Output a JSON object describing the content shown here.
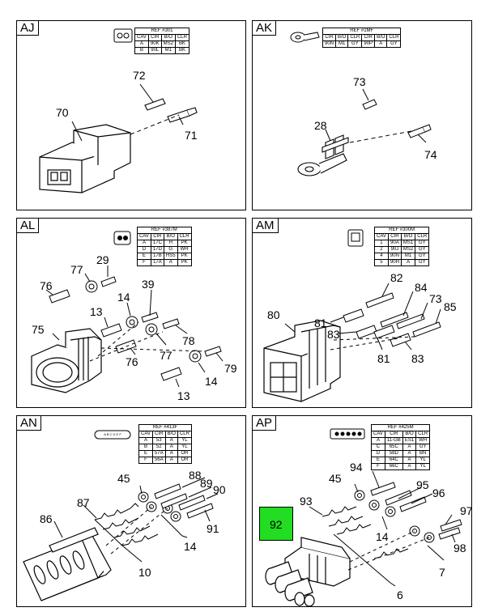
{
  "panels": {
    "aj": {
      "label": "AJ",
      "table": {
        "ref": "REF #301",
        "headers": [
          "CAV",
          "CIR",
          "B/O",
          "CLR"
        ],
        "rows": [
          [
            "A",
            "90K",
            "MS2",
            "BK"
          ],
          [
            "B",
            "90L",
            "M1",
            "BK"
          ]
        ]
      },
      "callouts": [
        "72",
        "70",
        "71"
      ]
    },
    "ak": {
      "label": "AK",
      "table": {
        "ref": "REF #1MF",
        "headers": [
          "CIR",
          "B/O",
          "CLR",
          "CIR",
          "B/O",
          "CLR"
        ],
        "rows": [
          [
            "90N",
            "M1",
            "GY",
            "90P",
            "A",
            "GY"
          ]
        ]
      },
      "callouts": [
        "73",
        "28",
        "74"
      ]
    },
    "al": {
      "label": "AL",
      "table": {
        "ref": "REF #387M",
        "headers": [
          "CAV",
          "CIR",
          "B/O",
          "CLR"
        ],
        "rows": [
          [
            "A",
            "17C",
            "H",
            "PK"
          ],
          [
            "D",
            "17D",
            "G",
            "WH"
          ],
          [
            "E",
            "17B",
            "HS5",
            "PK"
          ],
          [
            "F",
            "17A",
            "A",
            "PK"
          ]
        ]
      },
      "callouts": [
        "29",
        "77",
        "76",
        "39",
        "14",
        "13",
        "78",
        "75",
        "77",
        "76",
        "79",
        "14",
        "13"
      ]
    },
    "am": {
      "label": "AM",
      "table": {
        "ref": "REF #300M",
        "headers": [
          "CAV",
          "CIR",
          "B/O",
          "CLR"
        ],
        "rows": [
          [
            "1",
            "90A",
            "MS1",
            "GY"
          ],
          [
            "2",
            "90J",
            "MS2",
            "GY"
          ],
          [
            "4",
            "90N",
            "M1",
            "GY"
          ],
          [
            "5",
            "90H",
            "A",
            "GY"
          ]
        ]
      },
      "callouts": [
        "82",
        "84",
        "73",
        "85",
        "80",
        "81",
        "83",
        "81",
        "83"
      ]
    },
    "an": {
      "label": "AN",
      "table": {
        "ref": "REF #413F",
        "headers": [
          "CAV",
          "CIR",
          "B/O",
          "CLR"
        ],
        "rows": [
          [
            "A",
            "53",
            "A",
            "YL"
          ],
          [
            "B",
            "52",
            "A",
            "YL"
          ],
          [
            "E",
            "57A",
            "A",
            "OR"
          ],
          [
            "F",
            "56A",
            "A",
            "OR"
          ]
        ]
      },
      "connector_letters": "A B C D E F",
      "callouts": [
        "88",
        "45",
        "89",
        "90",
        "87",
        "86",
        "91",
        "14",
        "10"
      ]
    },
    "ap": {
      "label": "AP",
      "table": {
        "ref": "REF #425M",
        "headers": [
          "CAV",
          "CIR",
          "B/O",
          "CLR"
        ],
        "rows": [
          [
            "A",
            "11-GB",
            "ES1",
            "WH"
          ],
          [
            "C",
            "65C",
            "A",
            "GY"
          ],
          [
            "D",
            "58D",
            "A",
            "BN"
          ],
          [
            "E",
            "64C",
            "A",
            "YL"
          ],
          [
            "F",
            "66C",
            "A",
            "YL"
          ]
        ]
      },
      "highlight_label": "92",
      "callouts": [
        "94",
        "45",
        "95",
        "96",
        "93",
        "97",
        "14",
        "98",
        "7",
        "6"
      ]
    }
  },
  "colors": {
    "highlight": "#22dd22",
    "line": "#000000"
  }
}
